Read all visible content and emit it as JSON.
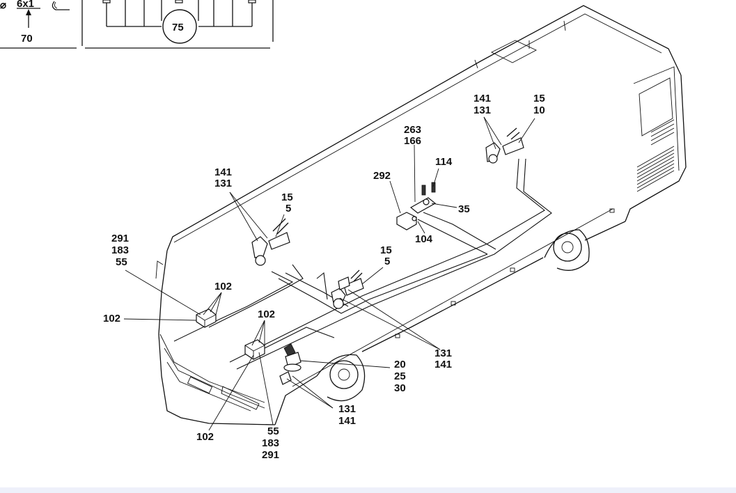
{
  "inset": {
    "dimension_symbol": "⌀",
    "dimension": "6x1",
    "length": "70",
    "circle_label": "75"
  },
  "callouts": [
    "141",
    "131",
    "15",
    "10",
    "263",
    "166",
    "114",
    "292",
    "35",
    "104",
    "141",
    "131",
    "15",
    "5",
    "291",
    "183",
    "55",
    "102",
    "102",
    "15",
    "5",
    "102",
    "102",
    "102",
    "20",
    "25",
    "30",
    "131",
    "141",
    "131",
    "141",
    "55",
    "183",
    "291"
  ]
}
